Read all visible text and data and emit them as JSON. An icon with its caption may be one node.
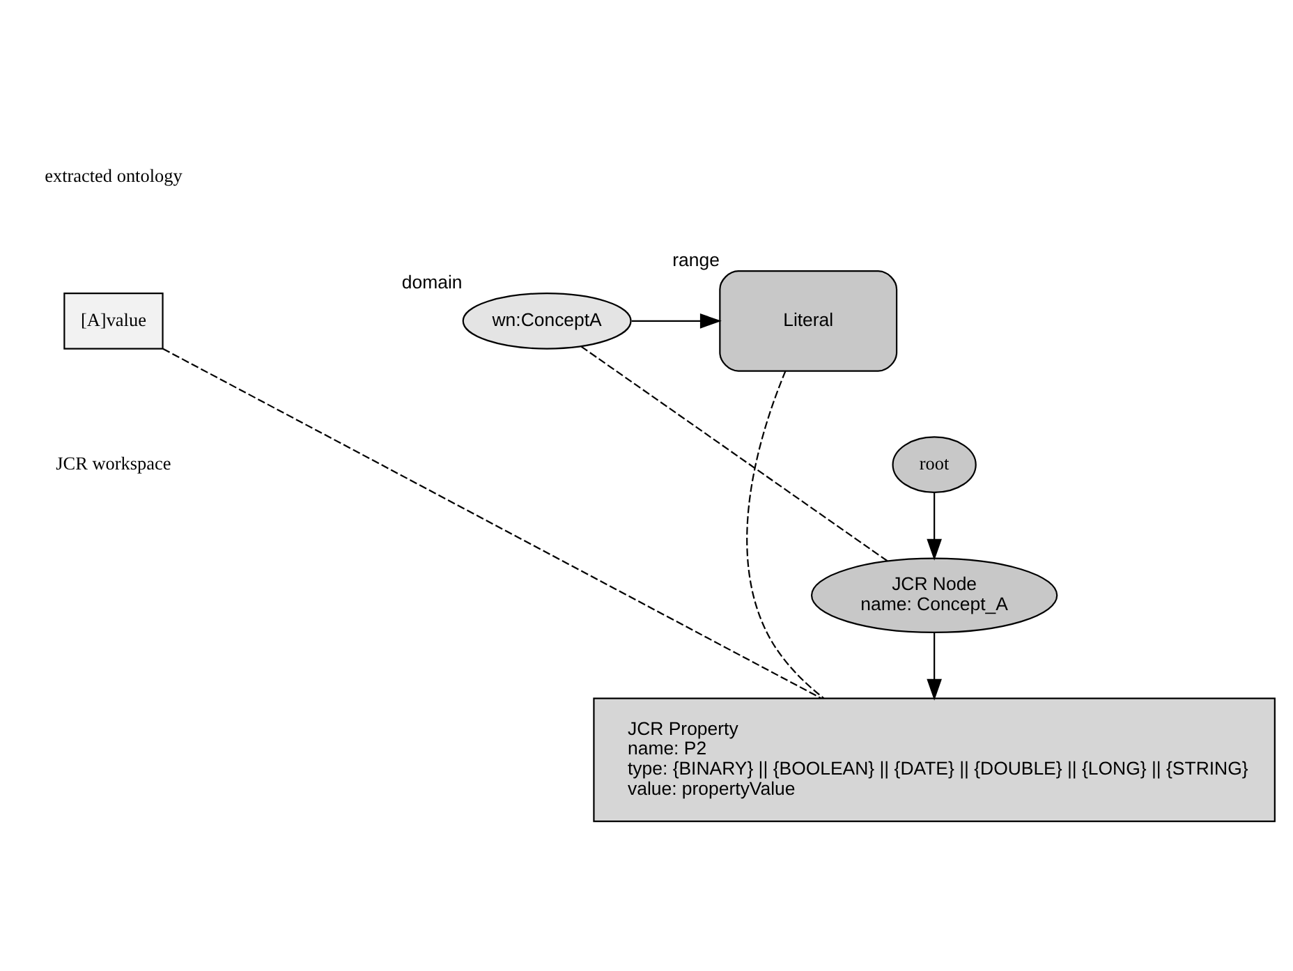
{
  "diagram": {
    "nodes": [
      {
        "text": [
          "wn:ConceptA"
        ],
        "beside": [
          "domain"
        ]
      },
      {
        "text": [
          "[A]value"
        ]
      },
      {
        "text": [
          "Literal"
        ],
        "beside": [
          "range"
        ]
      },
      {
        "text": [
          "root"
        ]
      },
      {
        "text": [
          "JCR Node",
          "name: Concept_A"
        ]
      },
      {
        "text": [
          "JCR Property",
          "name: P2",
          "type: {BINARY} || {BOOLEAN} || {DATE} || {DOUBLE} || {LONG} || {STRING}",
          "value: propertyValue"
        ]
      }
    ],
    "edges": [
      {
        "from": 0,
        "to": 2,
        "arrow": "to"
      },
      {
        "from": 3,
        "to": 4,
        "arrow": "to"
      },
      {
        "from": 4,
        "to": 5,
        "arrow": "to"
      },
      {
        "from": 0,
        "to": 4,
        "arrow": "none",
        "style": "dashed"
      },
      {
        "from": 1,
        "to": 5,
        "arrow": "none",
        "style": "dashed"
      },
      {
        "from": 2,
        "to": 5,
        "arrow": "none",
        "style": "dashed"
      }
    ],
    "labels": [
      "extracted ontology",
      "JCR workspace"
    ]
  }
}
